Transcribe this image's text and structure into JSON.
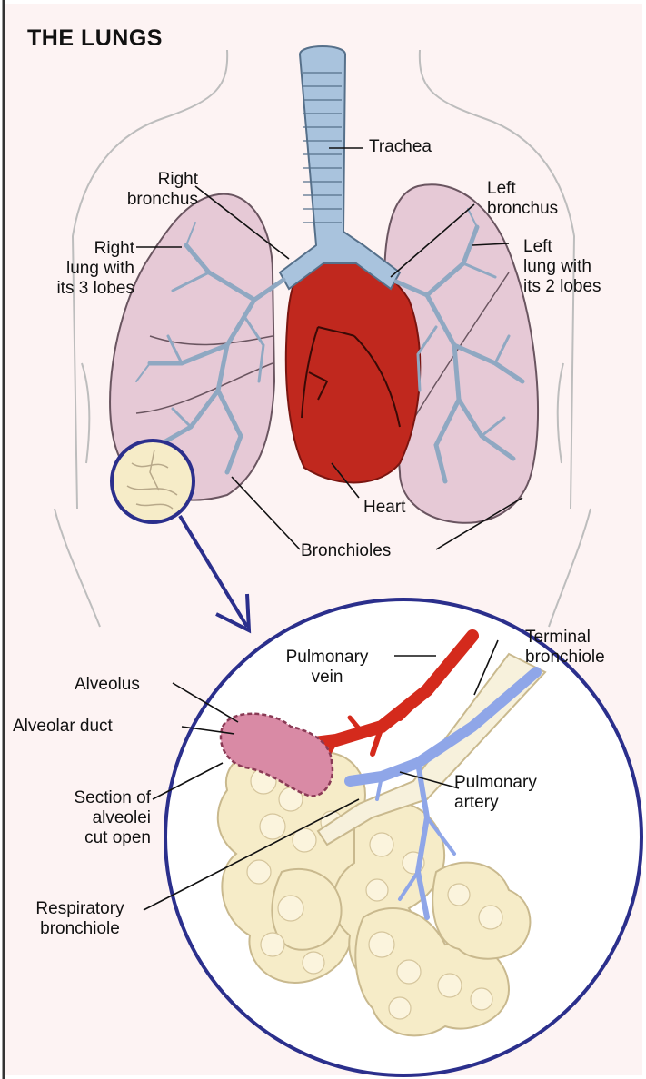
{
  "title": "THE LUNGS",
  "colors": {
    "background": "#fdf3f3",
    "heart": "#c0281e",
    "airway": "#a9c3dd",
    "lung_tissue": "#e6c9d6",
    "pulmonary_vein": "#d42a1c",
    "pulmonary_artery": "#8fa6e8",
    "alveoli": "#f6ecc8",
    "magnifier_outline": "#2b2f8c"
  },
  "labels": {
    "trachea": "Trachea",
    "right_bronchus": "Right\nbronchus",
    "left_bronchus": "Left\nbronchus",
    "right_lung": "Right\nlung with\nits 3 lobes",
    "left_lung": "Left\nlung with\nits 2 lobes",
    "heart": "Heart",
    "bronchioles": "Bronchioles",
    "pulmonary_vein": "Pulmonary\nvein",
    "terminal_bronchiole": "Terminal\nbronchiole",
    "alveolus": "Alveolus",
    "alveolar_duct": "Alveolar duct",
    "section_alveolei": "Section of\nalveolei\ncut open",
    "pulmonary_artery": "Pulmonary\nartery",
    "respiratory_bronchiole": "Respiratory\nbronchiole"
  }
}
